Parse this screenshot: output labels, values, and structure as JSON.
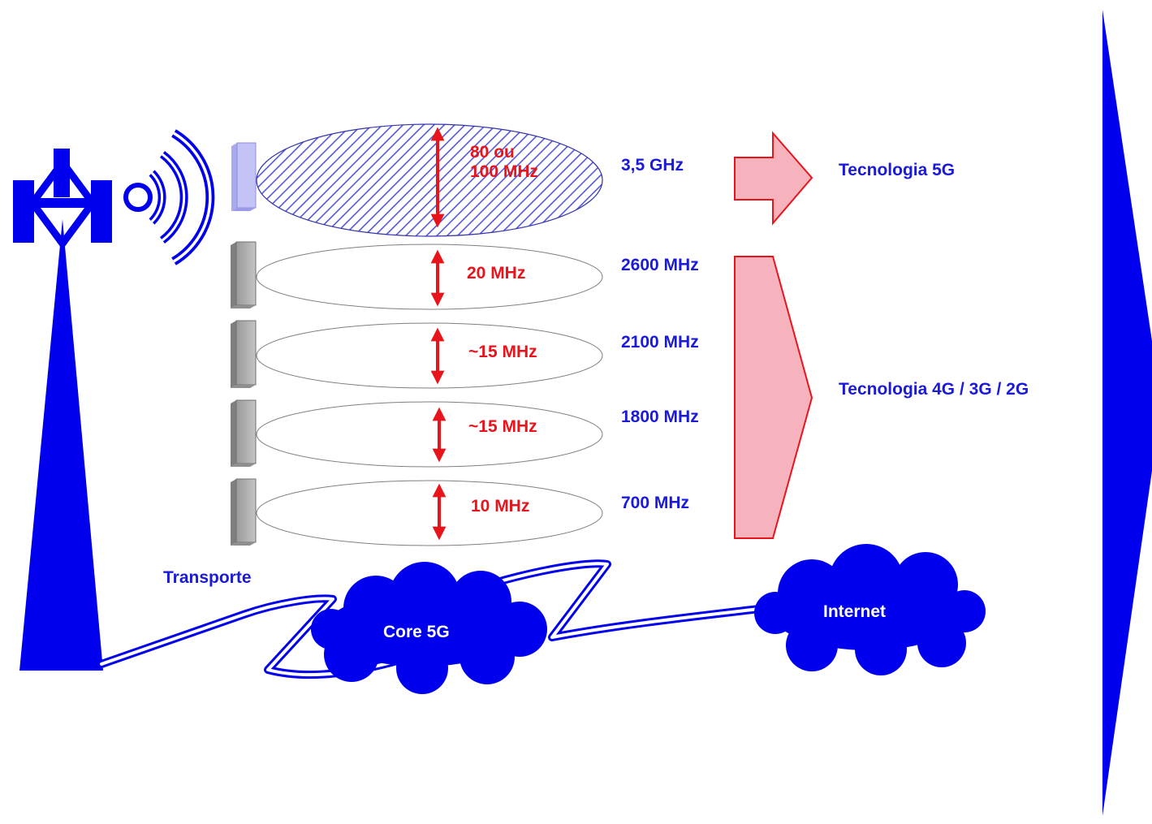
{
  "bands": [
    {
      "frequency": "3,5 GHz",
      "bandwidth_line1": "80 ou",
      "bandwidth_line2": "100 MHz",
      "technology": "5G"
    },
    {
      "frequency": "2600 MHz",
      "bandwidth": "20 MHz",
      "technology": "4G/3G/2G"
    },
    {
      "frequency": "2100 MHz",
      "bandwidth": "~15 MHz",
      "technology": "4G/3G/2G"
    },
    {
      "frequency": "1800 MHz",
      "bandwidth": "~15 MHz",
      "technology": "4G/3G/2G"
    },
    {
      "frequency": "700 MHz",
      "bandwidth": "10 MHz",
      "technology": "4G/3G/2G"
    }
  ],
  "technologies": {
    "fiveg": "Tecnologia 5G",
    "legacy": "Tecnologia 4G / 3G / 2G"
  },
  "network": {
    "transport": "Transporte",
    "core": "Core 5G",
    "internet": "Internet"
  },
  "colors": {
    "tower": "#0000ee",
    "bandwidth_arrow": "#e8141c",
    "tech_arrow_fill": "#f7b3bd",
    "tech_arrow_stroke": "#e8141c",
    "hatch": "#5558d8"
  },
  "icons": [
    "cell-tower-icon",
    "radio-waves-icon",
    "antenna-panel-icon",
    "cloud-icon"
  ]
}
